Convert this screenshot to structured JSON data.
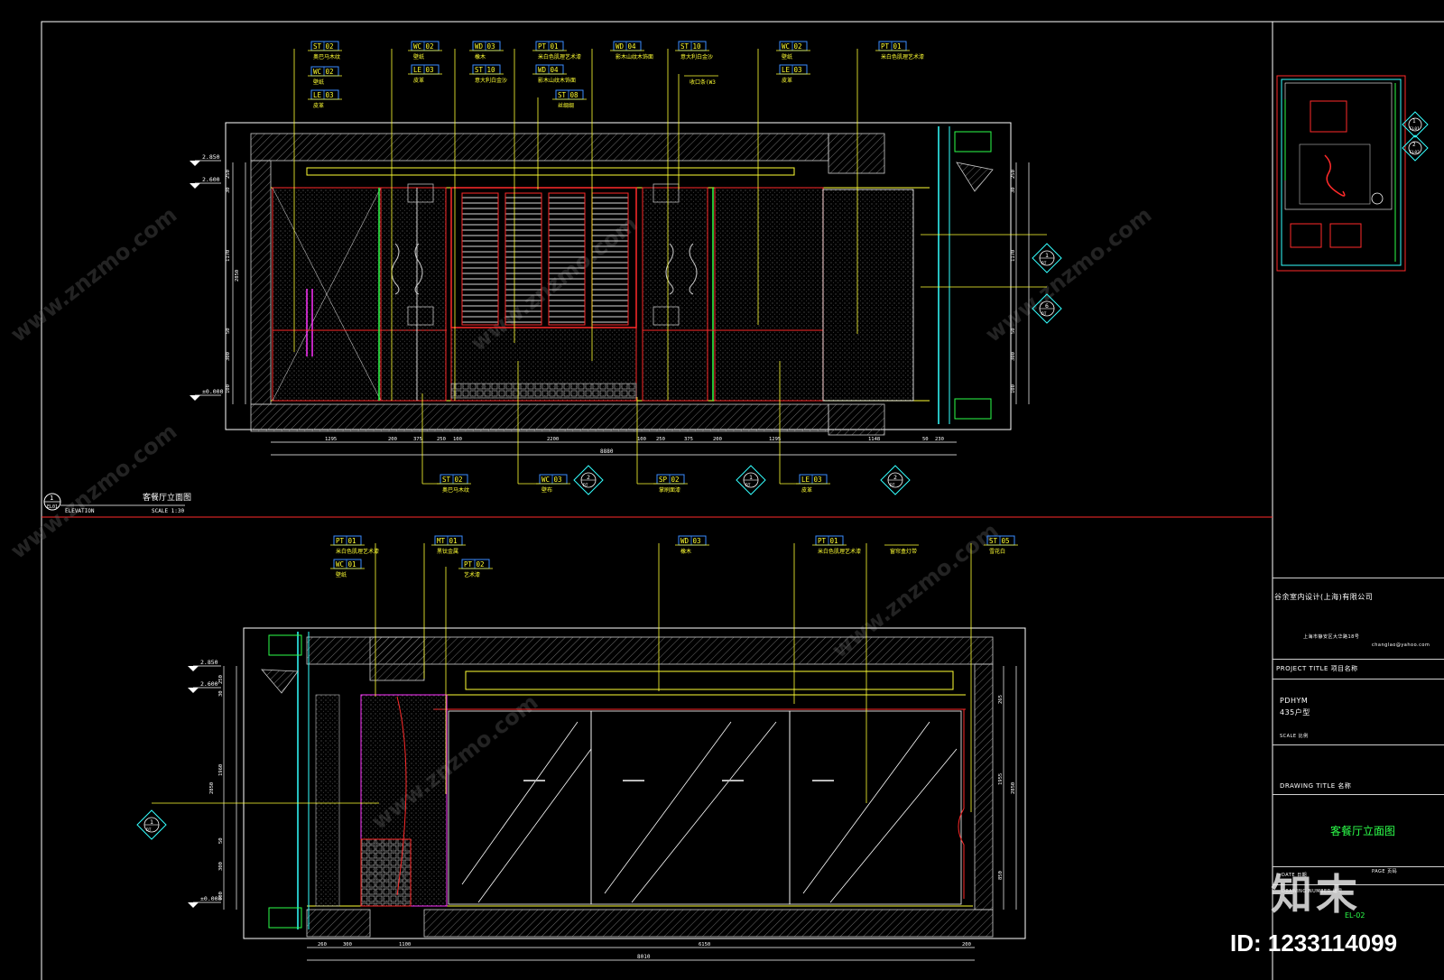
{
  "colors": {
    "background": "#000000",
    "frame": "#ffffff",
    "leader": "#ffff33",
    "tag_box": "#3a8bff",
    "accent_red": "#ff2a2a",
    "accent_green": "#2cff4a",
    "accent_magenta": "#ff33ff",
    "accent_cyan": "#33ffff"
  },
  "upper_elevation": {
    "title": "客餐厅立面图",
    "subtitle": "ELEVATION",
    "scale": "SCALE 1:30",
    "marker": {
      "num": "1",
      "sheet": "EL01"
    },
    "level_marks": [
      "2.850",
      "2.600",
      "±0.000"
    ],
    "top_tags": [
      {
        "code": "ST 02",
        "name": "奥巴马木纹"
      },
      {
        "code": "WC 02",
        "name": "壁纸"
      },
      {
        "code": "LE 03",
        "name": "皮革"
      },
      {
        "code": "WC 02",
        "name": "壁纸"
      },
      {
        "code": "LE 03",
        "name": "皮革"
      },
      {
        "code": "WD 03",
        "name": "橡木"
      },
      {
        "code": "ST 10",
        "name": "意大利白金沙"
      },
      {
        "code": "PT 01",
        "name": "米白色肌理艺术漆"
      },
      {
        "code": "WD 04",
        "name": "影木山纹木饰面"
      },
      {
        "code": "ST 08",
        "name": "丝绸绸"
      },
      {
        "code": "WD 04",
        "name": "影木山纹木饰面"
      },
      {
        "code": "ST 10",
        "name": "意大利白金沙"
      },
      {
        "code": "",
        "name": "收口条(W3"
      },
      {
        "code": "WC 02",
        "name": "壁纸"
      },
      {
        "code": "LE 03",
        "name": "皮革"
      },
      {
        "code": "PT 01",
        "name": "米白色肌理艺术漆"
      }
    ],
    "bottom_tags": [
      {
        "code": "ST 02",
        "name": "奥巴马木纹"
      },
      {
        "code": "WC 03",
        "name": "壁布"
      },
      {
        "code": "SP 02",
        "name": "掌刷面漆"
      },
      {
        "code": "LE 03",
        "name": "皮革"
      }
    ],
    "section_markers": [
      {
        "num": "2",
        "sheet": "DT"
      },
      {
        "num": "1",
        "sheet": "DT"
      },
      {
        "num": "2",
        "sheet": "DT"
      },
      {
        "num": "1",
        "sheet": "DT"
      },
      {
        "num": "6",
        "sheet": "DT"
      }
    ],
    "dims_bottom": [
      "1295",
      "200",
      "375",
      "250",
      "100",
      "2200",
      "100",
      "250",
      "375",
      "200",
      "1295",
      "1148",
      "50",
      "230"
    ],
    "dim_total": "8880",
    "dims_left": [
      "250",
      "30",
      "1170",
      "2850",
      "50",
      "300",
      "100"
    ],
    "dims_right": [
      "250",
      "30",
      "1170",
      "50",
      "300",
      "100"
    ]
  },
  "lower_elevation": {
    "level_marks": [
      "2.850",
      "2.600",
      "±0.000"
    ],
    "top_tags": [
      {
        "code": "PT 01",
        "name": "米白色肌理艺术漆"
      },
      {
        "code": "WC 01",
        "name": "壁纸"
      },
      {
        "code": "MT 01",
        "name": "黑钛金属"
      },
      {
        "code": "PT 02",
        "name": "艺术漆"
      },
      {
        "code": "WD 03",
        "name": "橡木"
      },
      {
        "code": "PT 01",
        "name": "米白色肌理艺术漆"
      },
      {
        "code": "",
        "name": "窗帘盒灯带"
      },
      {
        "code": "ST 05",
        "name": "雪花白"
      }
    ],
    "section_markers": [
      {
        "num": "1",
        "sheet": "DT"
      }
    ],
    "dims_bottom": [
      "260",
      "300",
      "1100",
      "6150",
      "200"
    ],
    "dim_total": "8010",
    "dims_left": [
      "250",
      "30",
      "1960",
      "2850",
      "50",
      "300",
      "100"
    ],
    "dims_right": [
      "265",
      "1955",
      "2850",
      "850"
    ]
  },
  "key_plan": {
    "markers": [
      {
        "num": "1",
        "sheet": "EL01"
      },
      {
        "num": "2",
        "sheet": "EL02"
      }
    ]
  },
  "title_block": {
    "company": "谷余室内设计(上海)有限公司",
    "address": "上海市静安区大华路18号",
    "email": "changlao@yahoo.com",
    "project_title_label": "PROJECT TITLE 项目名称",
    "project_name": "PDHYM",
    "project_sub": "435户型",
    "drawing_scale_label": "SCALE 比例",
    "drawing_title_label": "DRAWING TITLE 名称",
    "drawing_title": "客餐厅立面图",
    "issue_label": "DATE 日期",
    "page_label": "PAGE 页码",
    "drawing_number_label": "DRAWING NUMBER 编号",
    "drawing_number": "EL-02"
  },
  "watermark": {
    "brand": "知末",
    "id_text": "ID: 1233114099",
    "site": "www.znzmo.com"
  }
}
